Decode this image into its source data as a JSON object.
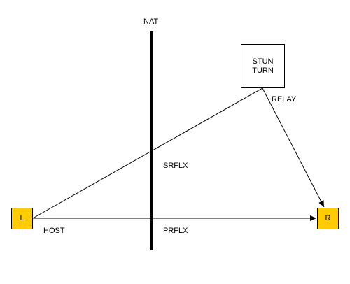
{
  "nat_label": "NAT",
  "server": {
    "line1": "STUN",
    "line2": "TURN"
  },
  "nodes": {
    "local": "L",
    "remote": "R"
  },
  "edge_labels": {
    "relay": "RELAY",
    "srflx": "SRFLX",
    "host": "HOST",
    "prflx": "PRFLX"
  },
  "colors": {
    "node_fill": "#FFCC00",
    "line": "#000000",
    "server_fill": "#FFFFFF"
  }
}
